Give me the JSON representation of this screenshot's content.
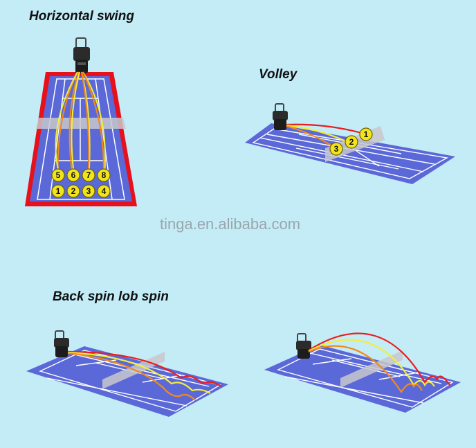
{
  "titles": {
    "horizontal": "Horizontal swing",
    "volley": "Volley",
    "spin": "Back spin  lob spin"
  },
  "watermark": "tinga.en.alibaba.com",
  "horizontal_balls": [
    "5",
    "6",
    "7",
    "8",
    "1",
    "2",
    "3",
    "4"
  ],
  "volley_balls": [
    "1",
    "2",
    "3"
  ],
  "colors": {
    "background": "#c3ecf7",
    "court": "#5a68d8",
    "border": "#e8101a",
    "red": "#ee1c1c",
    "orange": "#f28a1a",
    "yellow": "#f2ee3a",
    "ball": "#f2e41a"
  }
}
